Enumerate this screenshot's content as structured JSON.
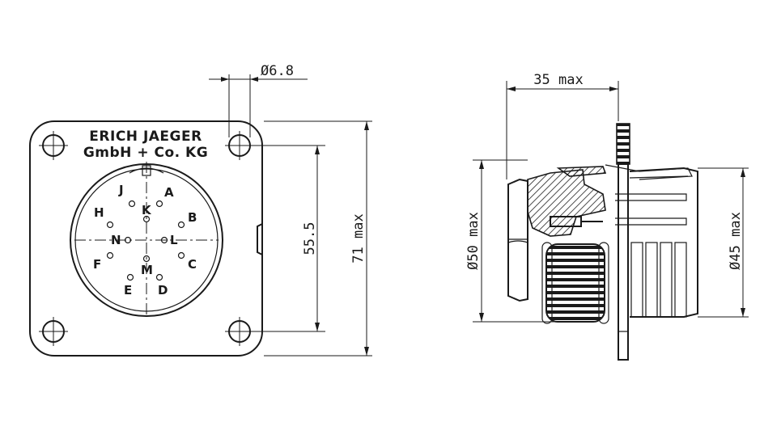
{
  "brand": {
    "line1": "ERICH JAEGER",
    "line2": "GmbH + Co. KG"
  },
  "pins": [
    {
      "id": "pin-a",
      "label": "A"
    },
    {
      "id": "pin-b",
      "label": "B"
    },
    {
      "id": "pin-c",
      "label": "C"
    },
    {
      "id": "pin-d",
      "label": "D"
    },
    {
      "id": "pin-e",
      "label": "E"
    },
    {
      "id": "pin-f",
      "label": "F"
    },
    {
      "id": "pin-h",
      "label": "H"
    },
    {
      "id": "pin-j",
      "label": "J"
    },
    {
      "id": "pin-k",
      "label": "K"
    },
    {
      "id": "pin-l",
      "label": "L"
    },
    {
      "id": "pin-m",
      "label": "M"
    },
    {
      "id": "pin-n",
      "label": "N"
    }
  ],
  "dimensions": {
    "hole_diameter": "Ø6.8",
    "hole_spacing": "55.5",
    "flange_height": "71 max",
    "depth": "35 max",
    "body_diameter": "Ø50 max",
    "rear_diameter": "Ø45 max"
  }
}
